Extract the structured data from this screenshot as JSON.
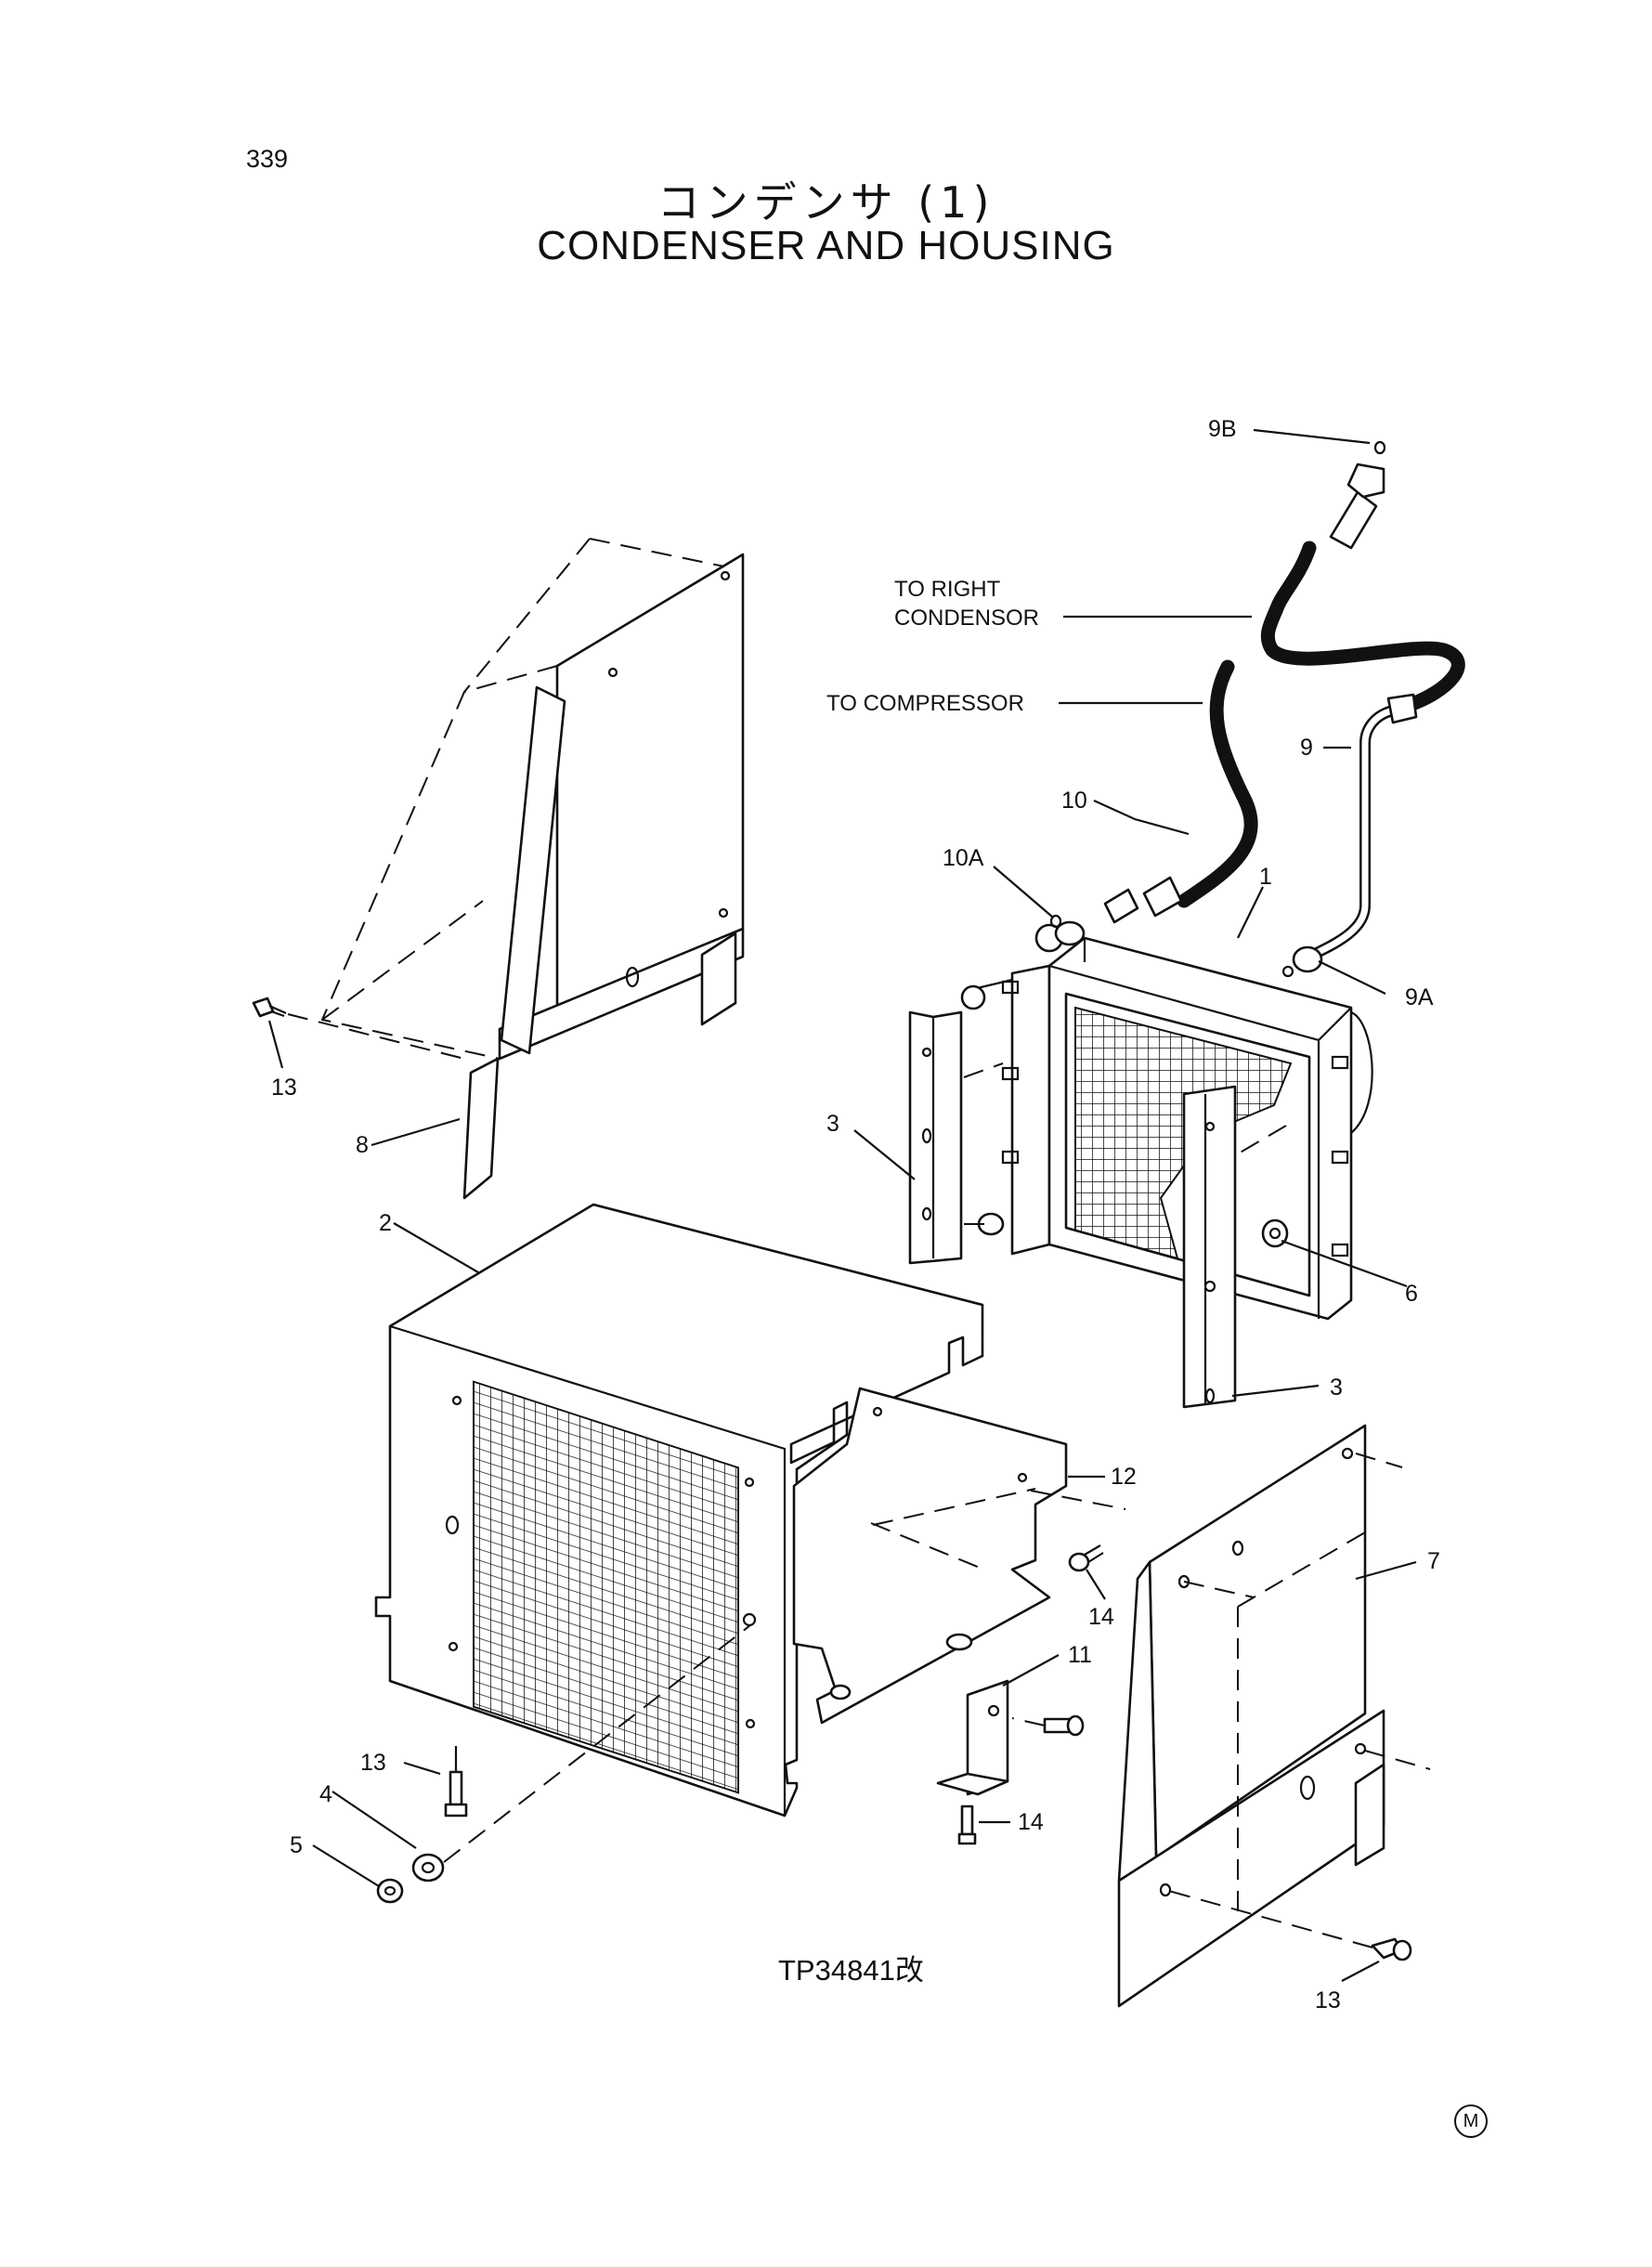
{
  "page_number": "339",
  "title_jp": "コンデンサ (1)",
  "title_en": "CONDENSER AND HOUSING",
  "drawing_id": "TP34841改",
  "corner_mark": "M",
  "callouts": {
    "c9B": "9B",
    "to_right": "TO RIGHT",
    "condensor": "CONDENSOR",
    "to_compressor": "TO COMPRESSOR",
    "c9": "9",
    "c10": "10",
    "c10A": "10A",
    "c1": "1",
    "c9A": "9A",
    "c3a": "3",
    "c3b": "3",
    "c6": "6",
    "c2": "2",
    "c8": "8",
    "c13a": "13",
    "c12": "12",
    "c14a": "14",
    "c7": "7",
    "c11": "11",
    "c13b": "13",
    "c4": "4",
    "c5": "5",
    "c14b": "14",
    "c13c": "13"
  }
}
